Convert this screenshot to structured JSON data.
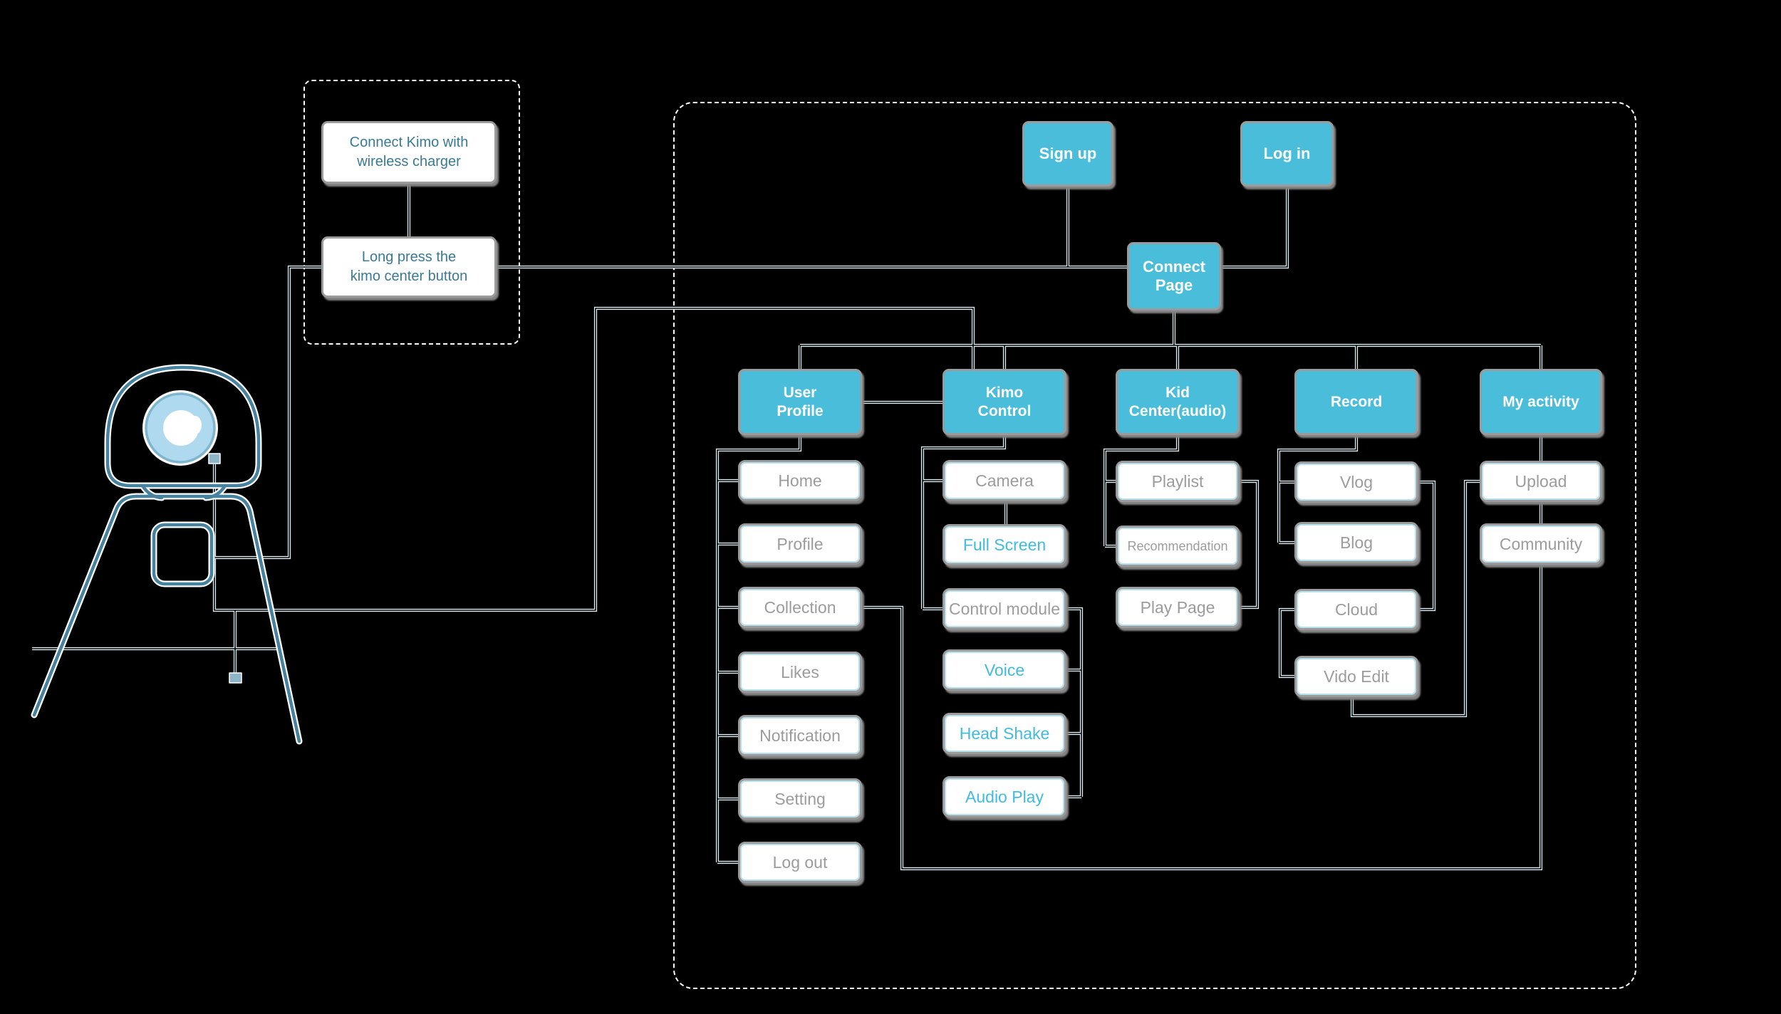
{
  "diagram": {
    "background": "#000000",
    "accent_fill": "#4ABDDB",
    "accent_text": "#41BBDF",
    "muted_text": "#9C9C9C",
    "step_text": "#3A7A93",
    "box_border": "#9B9B9B",
    "connector": "#DFECF3",
    "robot_stroke": "#47829F",
    "robot_eye_fill": "#AFD9EE"
  },
  "onboarding": {
    "step1": "Connect Kimo with\nwireless charger",
    "step2": "Long press the\nkimo center button"
  },
  "auth": {
    "signup": "Sign up",
    "login": "Log in",
    "connect_page": "Connect\nPage"
  },
  "sections": [
    {
      "label": "User\nProfile",
      "children": [
        {
          "label": "Home"
        },
        {
          "label": "Profile"
        },
        {
          "label": "Collection"
        },
        {
          "label": "Likes"
        },
        {
          "label": "Notification"
        },
        {
          "label": "Setting"
        },
        {
          "label": "Log out"
        }
      ]
    },
    {
      "label": "Kimo\nControl",
      "children": [
        {
          "label": "Camera"
        },
        {
          "label": "Full Screen",
          "accent": true
        },
        {
          "label": "Control module"
        },
        {
          "label": "Voice",
          "accent": true
        },
        {
          "label": "Head Shake",
          "accent": true
        },
        {
          "label": "Audio Play",
          "accent": true
        }
      ]
    },
    {
      "label": "Kid\nCenter(audio)",
      "children": [
        {
          "label": "Playlist"
        },
        {
          "label": "Recommendation",
          "small": true
        },
        {
          "label": "Play Page"
        }
      ]
    },
    {
      "label": "Record",
      "children": [
        {
          "label": "Vlog"
        },
        {
          "label": "Blog"
        },
        {
          "label": "Cloud"
        },
        {
          "label": "Vido Edit"
        }
      ]
    },
    {
      "label": "My activity",
      "children": [
        {
          "label": "Upload"
        },
        {
          "label": "Community"
        }
      ]
    }
  ]
}
